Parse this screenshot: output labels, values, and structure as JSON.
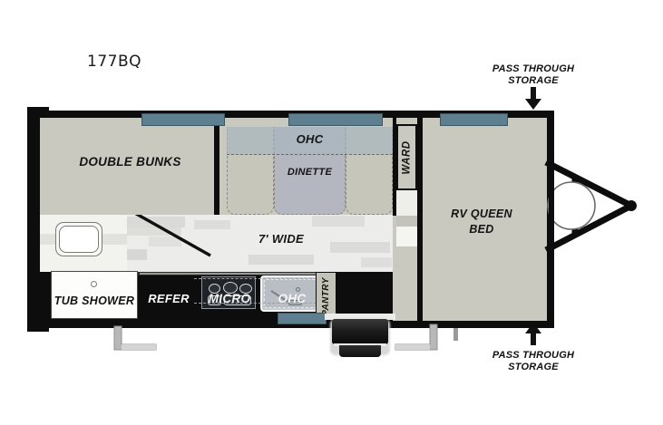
{
  "title": "177BQ",
  "diagram": {
    "type": "rv-floorplan",
    "model": "177BQ",
    "width_label": "7' WIDE"
  },
  "callouts": [
    {
      "id": "pass-through-storage-top",
      "line1": "PASS THROUGH",
      "line2": "STORAGE",
      "arrow": "down"
    },
    {
      "id": "pass-through-storage-bottom",
      "line1": "PASS THROUGH",
      "line2": "STORAGE",
      "arrow": "up"
    }
  ],
  "rooms": [
    {
      "id": "double-bunks",
      "label": "DOUBLE BUNKS"
    },
    {
      "id": "dinette",
      "label": "DINETTE"
    },
    {
      "id": "overhead-cabinet-dinette",
      "label": "OHC"
    },
    {
      "id": "wardrobe",
      "label": "WARD"
    },
    {
      "id": "rv-queen-bed",
      "label_line1": "RV QUEEN",
      "label_line2": "BED"
    },
    {
      "id": "hallway-width",
      "label": "7' WIDE"
    },
    {
      "id": "tub-shower",
      "label": "TUB SHOWER"
    },
    {
      "id": "refrigerator",
      "label": "REFER"
    },
    {
      "id": "microwave",
      "label": "MICRO"
    },
    {
      "id": "overhead-cabinet-kitchen",
      "label": "OHC"
    },
    {
      "id": "pantry",
      "label": "PANTRY"
    }
  ],
  "colors": {
    "wall": "#0d0d0d",
    "room_floor": "#c9c9bf",
    "hallway_floor": "#ececeb",
    "window": "#5d7f90",
    "dinette_table": "#b4b6c0",
    "ohc_band": "#a9b7bf",
    "appliance_dark": "#1f2327",
    "page_background": "#ffffff"
  },
  "windows": [
    {
      "id": "window-bunk-top"
    },
    {
      "id": "window-dinette-top"
    },
    {
      "id": "window-bedroom-top"
    },
    {
      "id": "window-kitchen-bottom"
    }
  ],
  "chassis": [
    {
      "id": "a-frame-hitch"
    },
    {
      "id": "propane-tank"
    },
    {
      "id": "wheel-tire"
    },
    {
      "id": "stabilizer-jack-rear"
    },
    {
      "id": "stabilizer-jack-front"
    },
    {
      "id": "rear-bumper-rail"
    }
  ]
}
